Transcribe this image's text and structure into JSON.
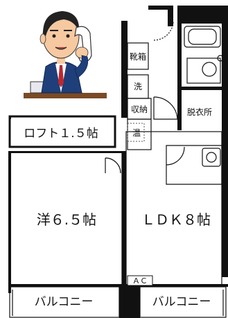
{
  "rooms": {
    "loft": "ロフト１.５帖",
    "western": "洋６.５帖",
    "ldk": "ＬＤＫ８帖",
    "shoe_cabinet": "靴箱",
    "washer": "洗",
    "storage": "収納",
    "water_heater": "温",
    "dressing_room": "脱衣所",
    "ac": "ＡＣ",
    "balcony_left": "バルコニー",
    "balcony_right": "バルコニー"
  },
  "colors": {
    "wall": "#111111",
    "background": "#ffffff",
    "suit": "#1e3f7a",
    "tie": "#c0272d",
    "skin": "#f6c9a0",
    "hair": "#222222",
    "desk": "#7a4a26"
  },
  "illustration": {
    "icon": "businessman-on-phone-icon"
  }
}
